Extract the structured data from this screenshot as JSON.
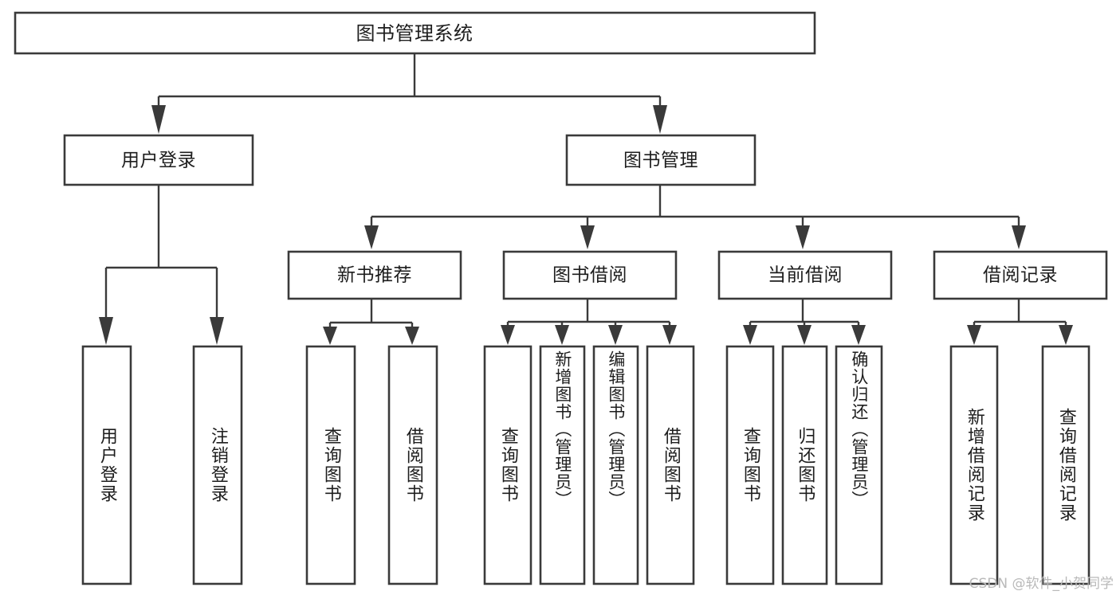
{
  "diagram": {
    "title": "图书管理系统",
    "type": "tree",
    "watermark": "CSDN @软件_小贺同学",
    "root": {
      "label": "图书管理系统"
    },
    "level2": [
      {
        "label": "用户登录"
      },
      {
        "label": "图书管理"
      }
    ],
    "level3": [
      {
        "label": "新书推荐"
      },
      {
        "label": "图书借阅"
      },
      {
        "label": "当前借阅"
      },
      {
        "label": "借阅记录"
      }
    ],
    "leaves": {
      "user_login": [
        {
          "label": "用户登录"
        },
        {
          "label": "注销登录"
        }
      ],
      "new_book_recommend": [
        {
          "label": "查询图书"
        },
        {
          "label": "借阅图书"
        }
      ],
      "book_borrow": [
        {
          "label": "查询图书"
        },
        {
          "label": "新增图书（管理员）"
        },
        {
          "label": "编辑图书（管理员）"
        },
        {
          "label": "借阅图书"
        }
      ],
      "current_borrow": [
        {
          "label": "查询图书"
        },
        {
          "label": "归还图书"
        },
        {
          "label": "确认归还（管理员）"
        }
      ],
      "borrow_record": [
        {
          "label": "新增借阅记录"
        },
        {
          "label": "查询借阅记录"
        }
      ]
    },
    "colors": {
      "background": "#ffffff",
      "box_fill": "#ffffff",
      "box_stroke": "#3a3a3a",
      "text": "#1d1d1d",
      "watermark": "#b9b9b9"
    }
  }
}
